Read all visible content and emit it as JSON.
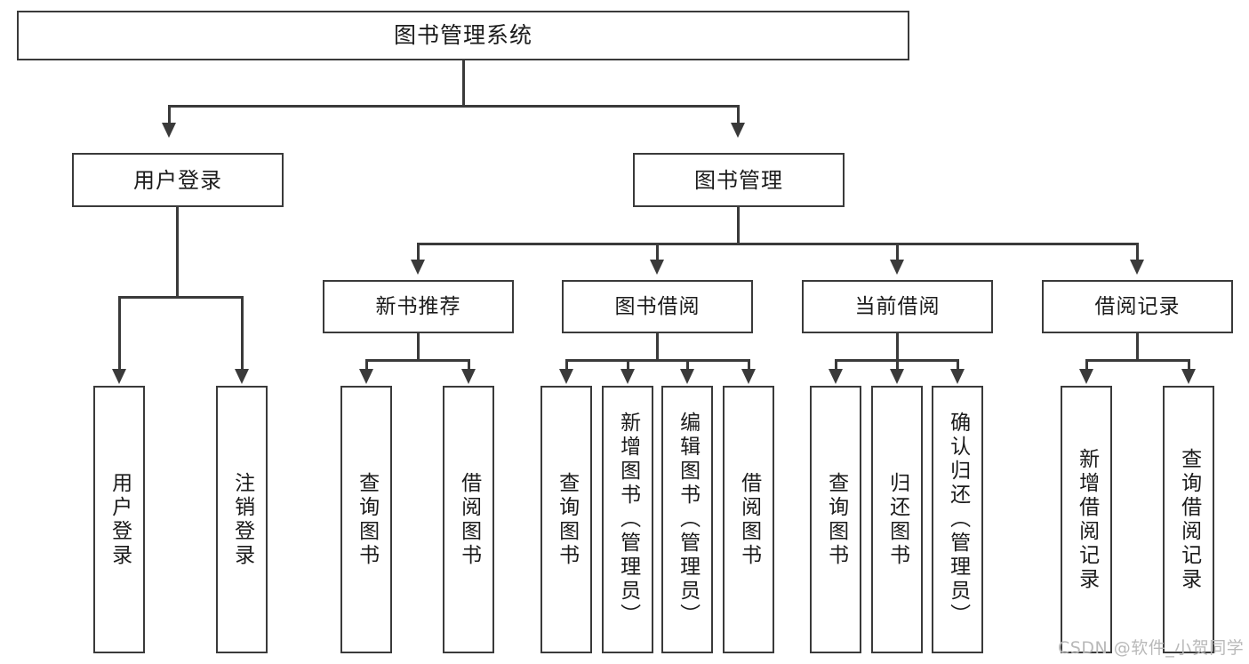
{
  "diagram": {
    "type": "tree-hierarchy",
    "title_node": {
      "id": "root",
      "label": "图书管理系统"
    },
    "level1": [
      {
        "id": "login",
        "label": "用户登录"
      },
      {
        "id": "bookmgmt",
        "label": "图书管理"
      }
    ],
    "level2": [
      {
        "id": "newbook",
        "label": "新书推荐",
        "parent": "bookmgmt"
      },
      {
        "id": "borrow",
        "label": "图书借阅",
        "parent": "bookmgmt"
      },
      {
        "id": "current",
        "label": "当前借阅",
        "parent": "bookmgmt"
      },
      {
        "id": "record",
        "label": "借阅记录",
        "parent": "bookmgmt"
      }
    ],
    "leaves": [
      {
        "id": "leaf-1",
        "label": "用户登录",
        "parent": "login"
      },
      {
        "id": "leaf-2",
        "label": "注销登录",
        "parent": "login"
      },
      {
        "id": "leaf-3",
        "label": "查询图书",
        "parent": "newbook"
      },
      {
        "id": "leaf-4",
        "label": "借阅图书",
        "parent": "newbook"
      },
      {
        "id": "leaf-5",
        "label": "查询图书",
        "parent": "borrow"
      },
      {
        "id": "leaf-6",
        "label": "新增图书（管理员）",
        "parent": "borrow"
      },
      {
        "id": "leaf-7",
        "label": "编辑图书（管理员）",
        "parent": "borrow"
      },
      {
        "id": "leaf-8",
        "label": "借阅图书",
        "parent": "borrow"
      },
      {
        "id": "leaf-9",
        "label": "查询图书",
        "parent": "current"
      },
      {
        "id": "leaf-10",
        "label": "归还图书",
        "parent": "current"
      },
      {
        "id": "leaf-11",
        "label": "确认归还（管理员）",
        "parent": "current"
      },
      {
        "id": "leaf-12",
        "label": "新增借阅记录",
        "parent": "record"
      },
      {
        "id": "leaf-13",
        "label": "查询借阅记录",
        "parent": "record"
      }
    ],
    "colors": {
      "stroke": "#3a3a3a",
      "fill": "#ffffff",
      "text": "#1b1b1b",
      "watermark": "#b9b9b9"
    }
  },
  "watermark": {
    "text": "CSDN @软件_小贺同学"
  }
}
